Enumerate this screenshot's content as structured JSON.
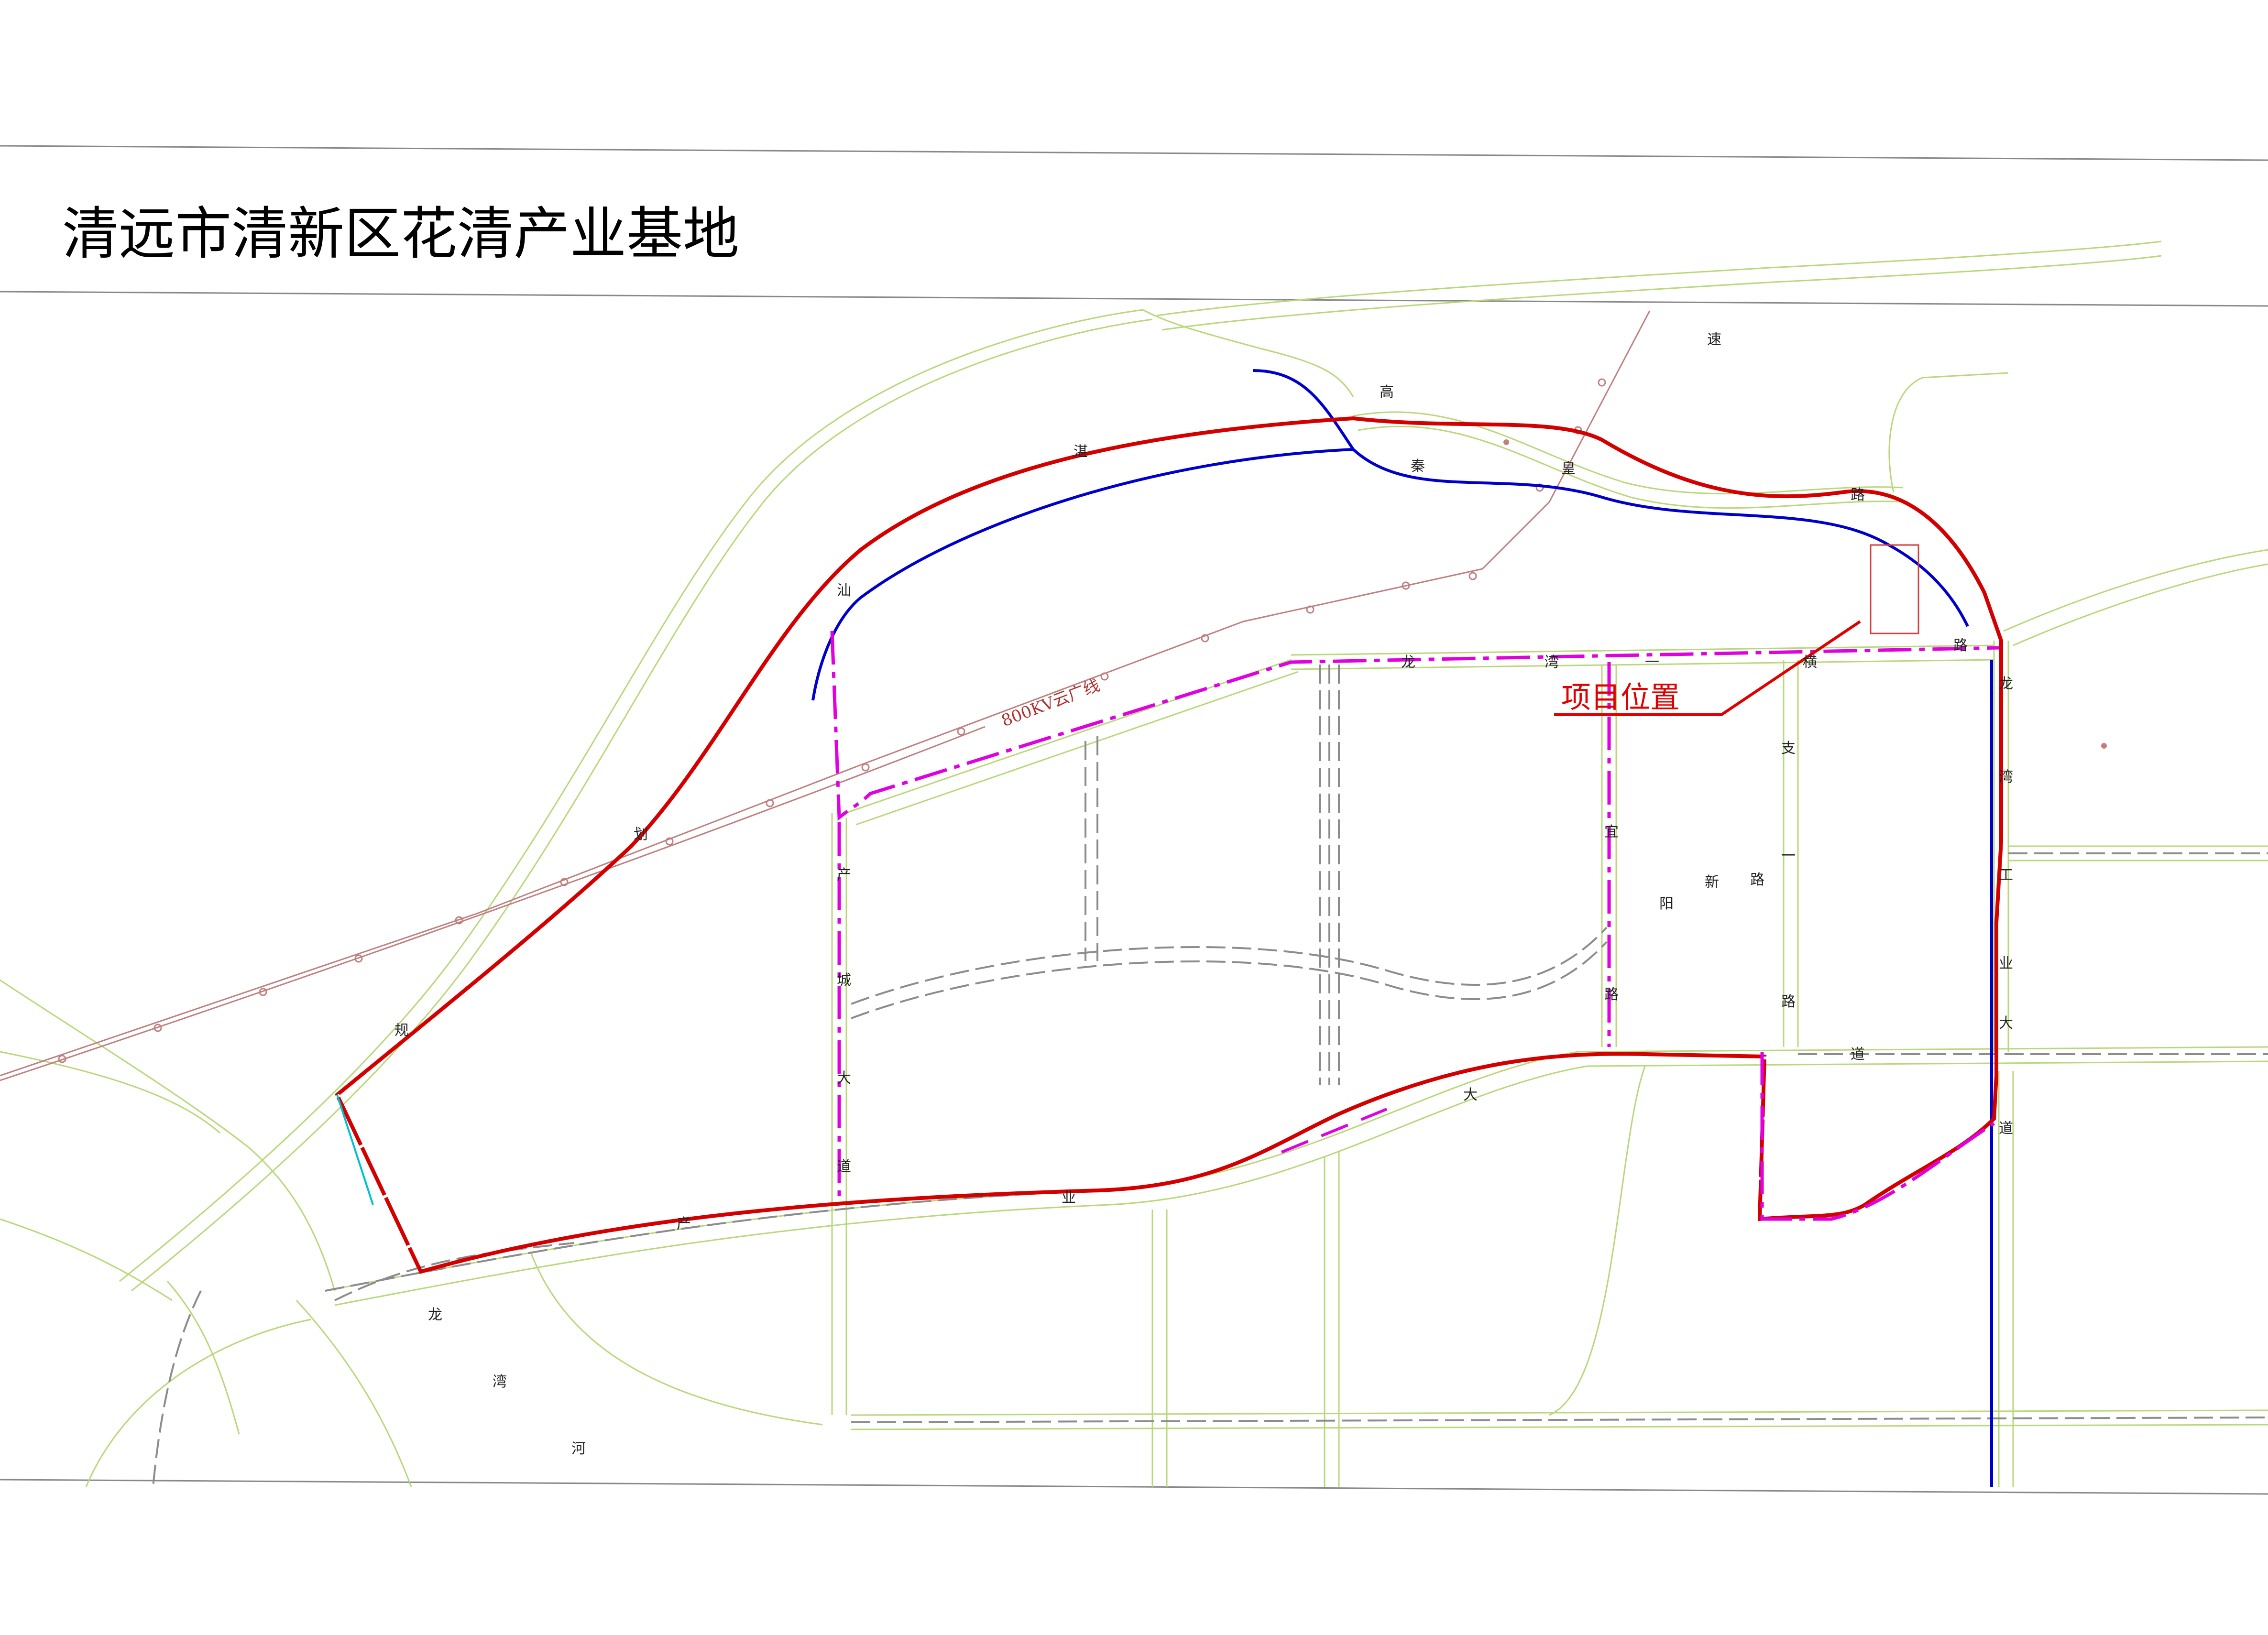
{
  "title": "清远市清新区花清产业基地",
  "project_label": "项目位置",
  "power_line_label": "800KV云广线",
  "road_labels": {
    "gaosu_1": "高",
    "gaosu_2": "速",
    "shanzhan_1": "汕",
    "shanzhan_2": "湛",
    "qinhuang_1": "秦",
    "qinhuang_2": "皇",
    "qinhuang_3": "路",
    "guihua_1": "规",
    "guihua_2": "划",
    "longwan1_1": "龙",
    "longwan1_2": "湾",
    "longwan1_3": "一",
    "longwan1_4": "横",
    "longwan1_5": "路",
    "longwan_gongye_1": "龙",
    "longwan_gongye_2": "湾",
    "longwan_gongye_3": "工",
    "longwan_gongye_4": "业",
    "longwan_gongye_5": "大",
    "longwan_gongye_6": "道",
    "chancheng_1": "产",
    "chancheng_2": "城",
    "chancheng_3": "大",
    "chancheng_4": "道",
    "chanye_1": "产",
    "chanye_2": "业",
    "chanye_3": "大",
    "chanye_4": "道",
    "yiyang_1": "宜",
    "yiyang_2": "阳",
    "yiyang_3": "新",
    "yiyang_4": "路",
    "yiyang_5": "路",
    "zhi1_1": "支",
    "zhi1_2": "一",
    "zhi1_3": "路",
    "river_1": "龙",
    "river_2": "湾",
    "river_3": "河"
  },
  "colors": {
    "boundary": "#d40000",
    "blue_line": "#0000cc",
    "magenta": "#e000e0",
    "road_edge": "#b8d87a",
    "road_center": "#8c8c8c",
    "power_line": "#c08080",
    "frame": "#888888",
    "cyan": "#00c0d0"
  }
}
